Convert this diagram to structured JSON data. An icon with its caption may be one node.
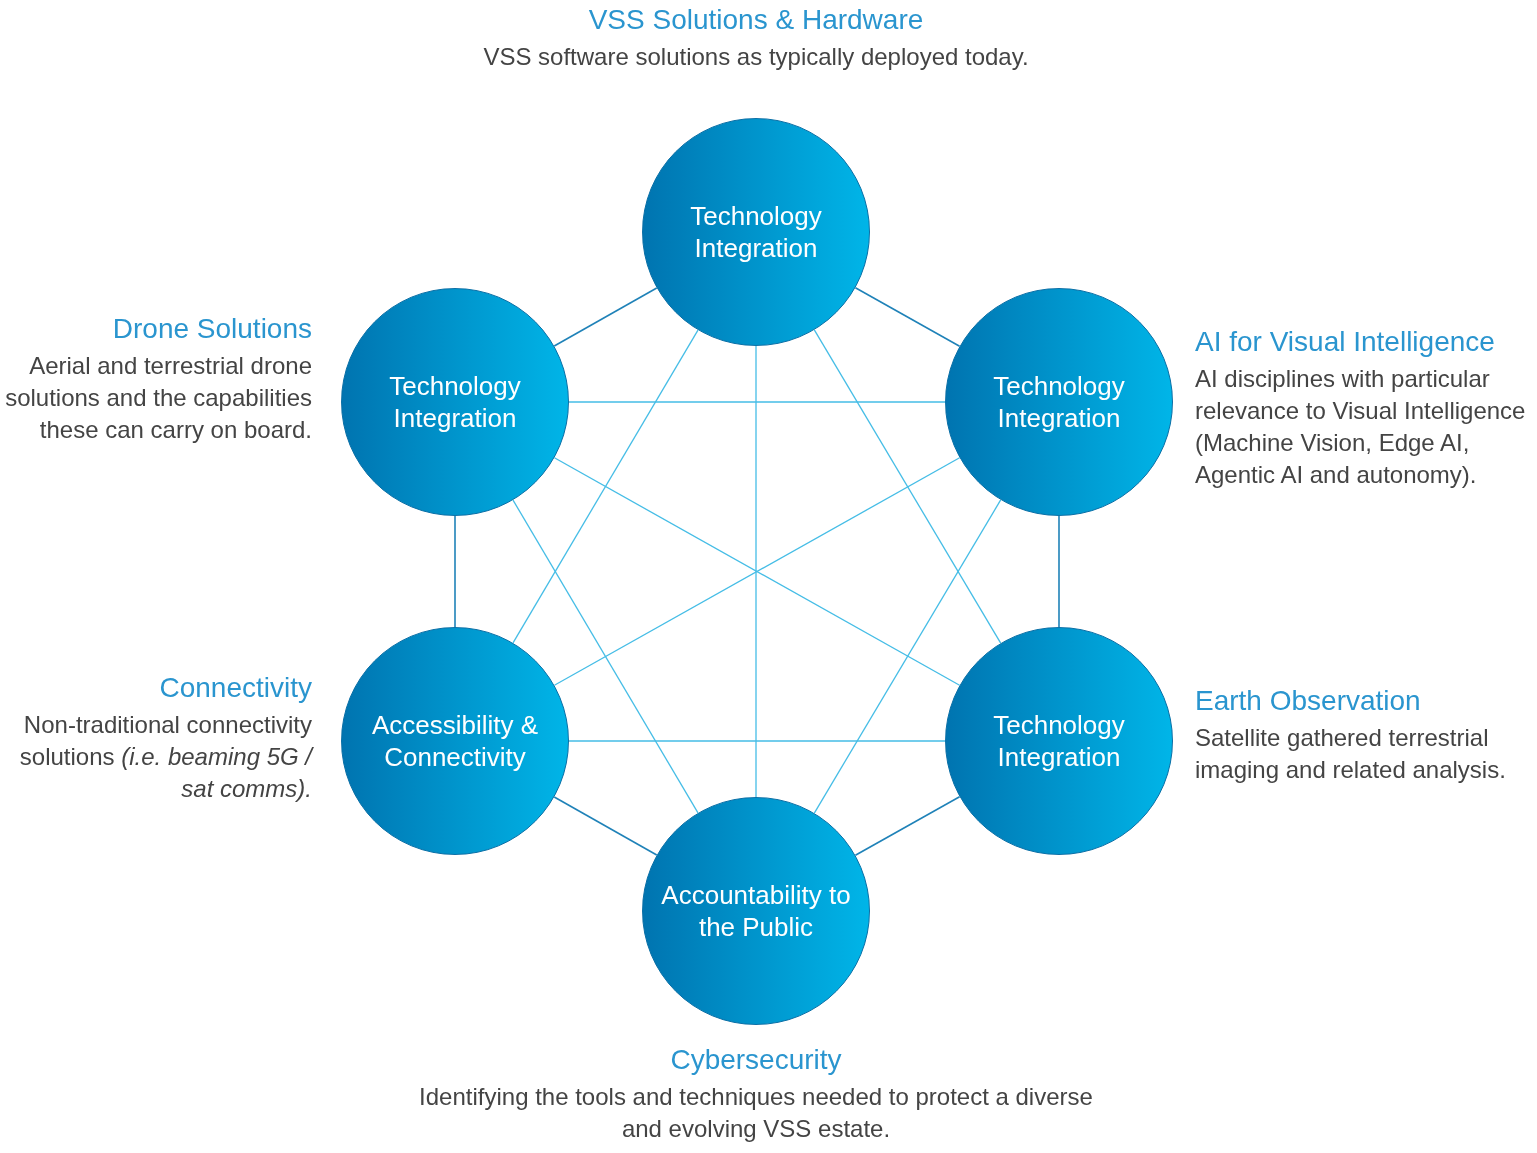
{
  "diagram": {
    "nodes": [
      {
        "text": [
          "Technology Integration"
        ],
        "beside": [
          "VSS Solutions & Hardware",
          "VSS software solutions as typically deployed today."
        ]
      },
      {
        "text": [
          "Technology Integration"
        ],
        "beside": [
          "Drone Solutions",
          "Aerial and terrestrial drone solutions and the capabilities these can carry on board."
        ]
      },
      {
        "text": [
          "Technology Integration"
        ],
        "beside": [
          "AI for Visual Intelligence",
          "AI disciplines with particular relevance to Visual Intelligence (Machine Vision, Edge AI, Agentic AI and autonomy)."
        ]
      },
      {
        "text": [
          "Accessibility & Connectivity"
        ],
        "beside": [
          "Connectivity",
          "Non-traditional connectivity solutions *(i.e. beaming 5G / sat comms).*"
        ]
      },
      {
        "text": [
          "Technology Integration"
        ],
        "beside": [
          "Earth Observation",
          "Satellite gathered terrestrial imaging and related analysis."
        ]
      },
      {
        "text": [
          "Accountability to the Public"
        ],
        "beside": [
          "Cybersecurity",
          "Identifying the tools and techniques needed to protect a diverse and evolving VSS estate."
        ]
      }
    ],
    "edges": [
      {
        "from": 0,
        "to": 1,
        "arrow": "none",
        "color": "#1f82b8"
      },
      {
        "from": 0,
        "to": 2,
        "arrow": "none",
        "color": "#1f82b8"
      },
      {
        "from": 1,
        "to": 3,
        "arrow": "none",
        "color": "#1f82b8"
      },
      {
        "from": 2,
        "to": 4,
        "arrow": "none",
        "color": "#1f82b8"
      },
      {
        "from": 3,
        "to": 5,
        "arrow": "none",
        "color": "#1f82b8"
      },
      {
        "from": 4,
        "to": 5,
        "arrow": "none",
        "color": "#1f82b8"
      },
      {
        "from": 0,
        "to": 3,
        "arrow": "none"
      },
      {
        "from": 0,
        "to": 4,
        "arrow": "none"
      },
      {
        "from": 0,
        "to": 5,
        "arrow": "none"
      },
      {
        "from": 1,
        "to": 2,
        "arrow": "none"
      },
      {
        "from": 1,
        "to": 4,
        "arrow": "none"
      },
      {
        "from": 1,
        "to": 5,
        "arrow": "none"
      },
      {
        "from": 2,
        "to": 3,
        "arrow": "none"
      },
      {
        "from": 2,
        "to": 5,
        "arrow": "none"
      },
      {
        "from": 3,
        "to": 4,
        "arrow": "none"
      }
    ]
  }
}
